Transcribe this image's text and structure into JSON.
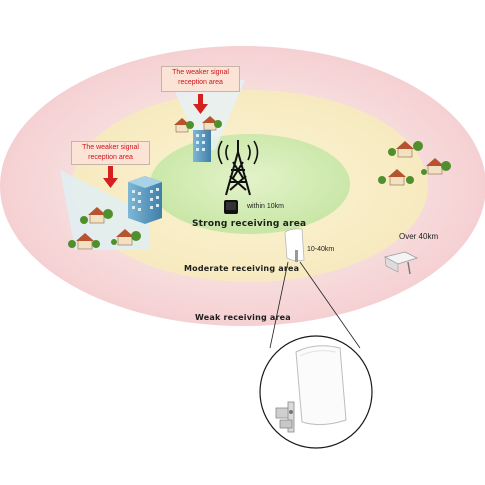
{
  "callouts": {
    "top": "The weaker signal reception area",
    "left": "The weaker signal reception area"
  },
  "zones": {
    "strong": "Strong receiving area",
    "moderate": "Moderate receiving area",
    "weak": "Weak receiving area"
  },
  "distances": {
    "near": "within 10km",
    "mid": "10-40km",
    "far": "Over 40km"
  },
  "colors": {
    "weak_zone": "#f6d4d6",
    "moderate_zone": "#f8ecc4",
    "strong_zone": "#d3ebb4",
    "callout_text": "#d0141c",
    "arrow": "#d62020"
  },
  "icons": [
    "tower-icon",
    "indoor-antenna-icon",
    "panel-antenna-icon",
    "outdoor-antenna-icon",
    "building-icon",
    "house-icon",
    "tree-icon"
  ]
}
